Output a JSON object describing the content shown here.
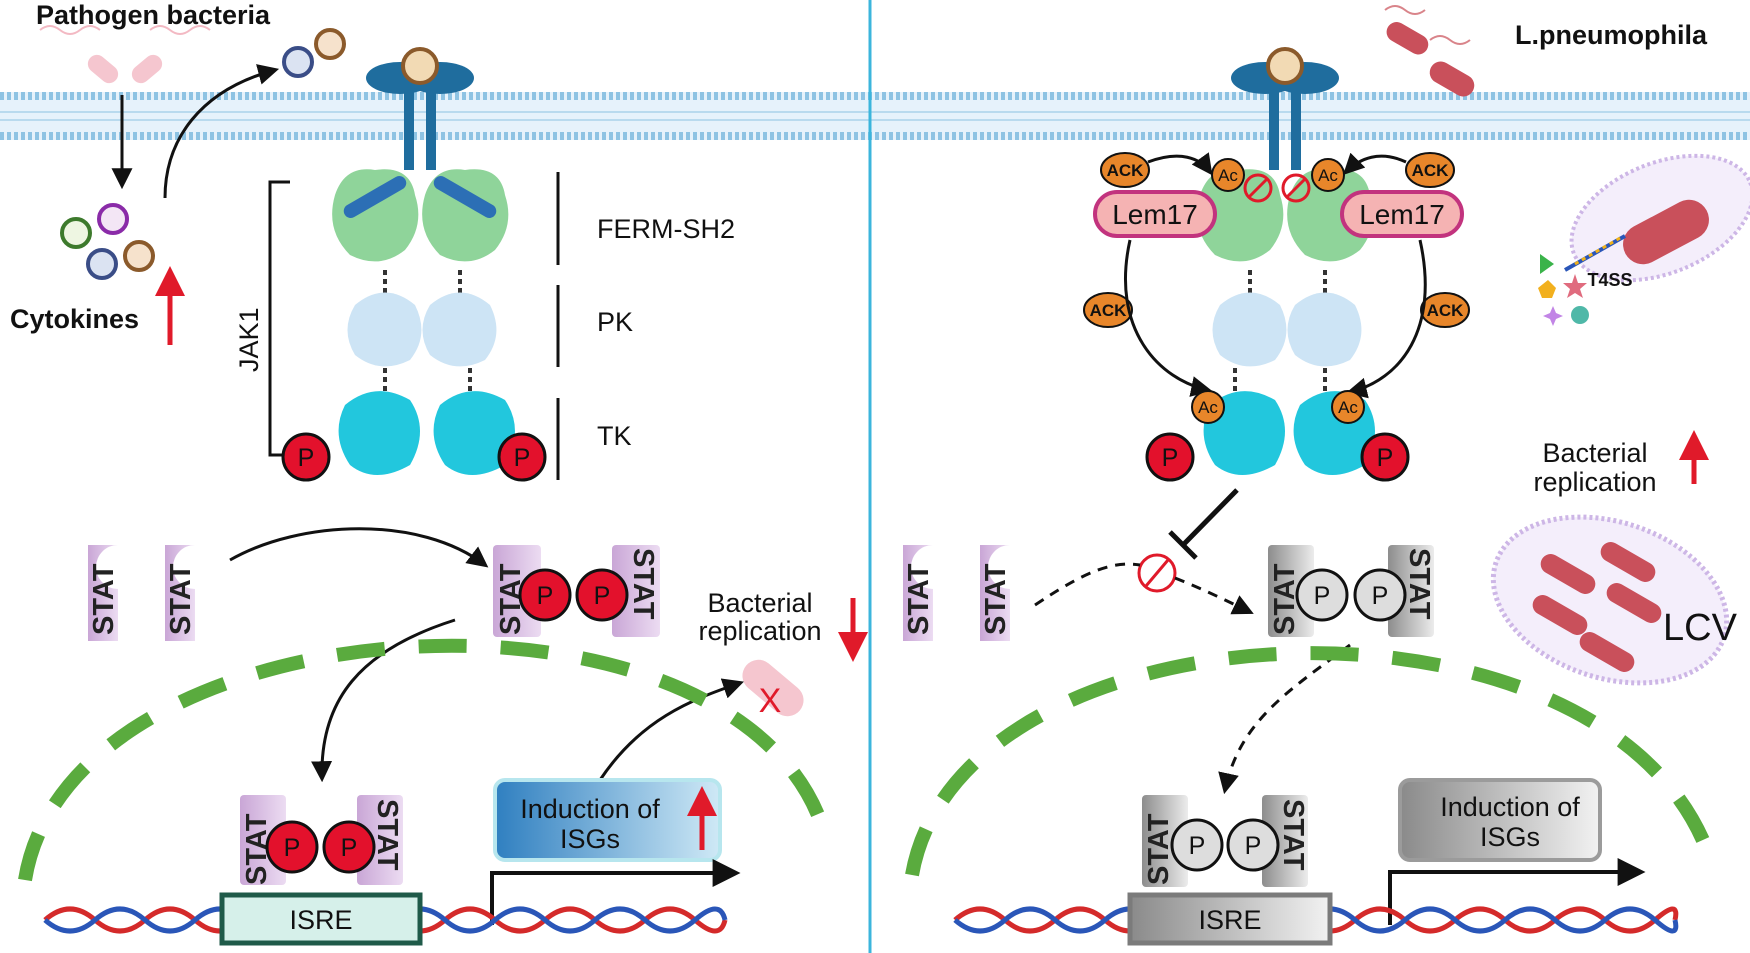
{
  "left_panel": {
    "pathogen_label": "Pathogen bacteria",
    "cytokines_label": "Cytokines",
    "jak1_label": "JAK1",
    "domains": {
      "ferm": "FERM-SH2",
      "pk": "PK",
      "tk": "TK"
    },
    "phospho": "P",
    "stat": "STAT",
    "bacterial_replication": [
      "Bacterial",
      "replication"
    ],
    "replication_x": "X",
    "isre": "ISRE",
    "isg_induction": [
      "Induction of",
      "ISGs"
    ]
  },
  "right_panel": {
    "pathogen_label": "L.pneumophila",
    "ack": "ACK",
    "ac": "Ac",
    "lem17": "Lem17",
    "t4ss": "T4SS",
    "phospho": "P",
    "stat": "STAT",
    "bacterial_replication": [
      "Bacterial",
      "replication"
    ],
    "lcv": "LCV",
    "isre": "ISRE",
    "isg_induction": [
      "Induction of",
      "ISGs"
    ]
  },
  "colors": {
    "divider": "#3bb5dc",
    "membrane": "#9ccbe6",
    "receptor": "#1f6d9e",
    "ferm": "#8fd49a",
    "pk": "#cde4f5",
    "tk": "#22c7dd",
    "phospho": "#e3112c",
    "ack": "#e8862a",
    "lem17_fill": "#f5b3b3",
    "lem17_border": "#c2337e",
    "stat": "#c9a6d6",
    "nucleus": "#5aab3e",
    "dna_red": "#d42a2a",
    "dna_blue": "#2a56b8",
    "up_arrow": "#e01a2a"
  }
}
